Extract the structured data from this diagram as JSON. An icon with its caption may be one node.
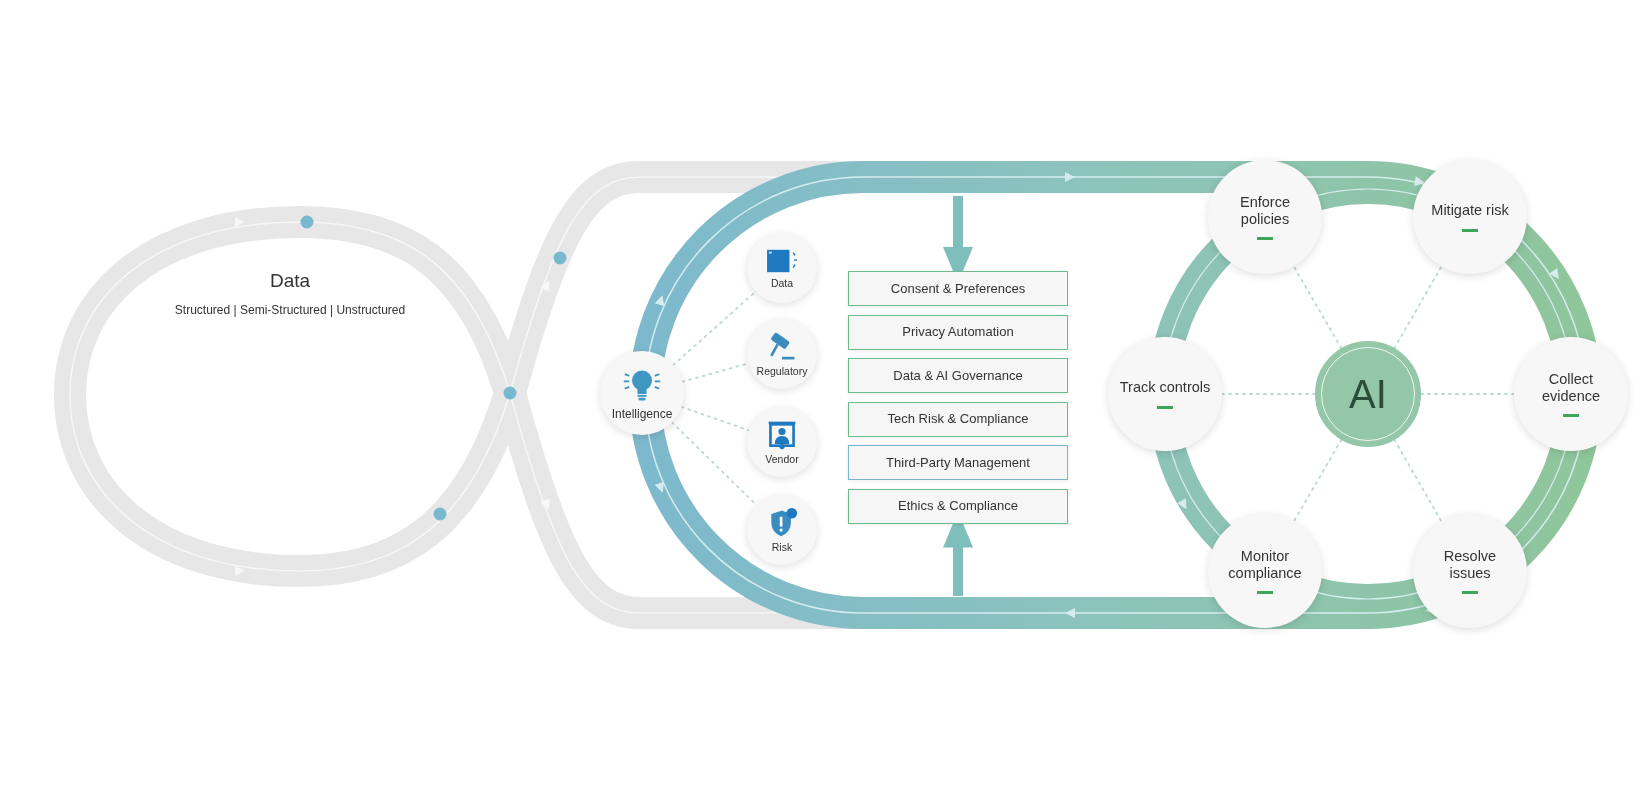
{
  "diagram": {
    "nodes": [
      {
        "text": [
          "Data",
          "Structured | Semi-Structured | Unstructured"
        ]
      },
      {
        "text": [
          "Intelligence"
        ]
      },
      {
        "text": [
          "Data"
        ]
      },
      {
        "text": [
          "Regulatory"
        ]
      },
      {
        "text": [
          "Vendor"
        ]
      },
      {
        "text": [
          "Risk"
        ]
      },
      {
        "text": [
          "Consent & Preferences"
        ]
      },
      {
        "text": [
          "Privacy Automation"
        ]
      },
      {
        "text": [
          "Data & AI Governance"
        ]
      },
      {
        "text": [
          "Tech Risk & Compliance"
        ]
      },
      {
        "text": [
          "Third-Party Management"
        ]
      },
      {
        "text": [
          "Ethics & Compliance"
        ]
      },
      {
        "text": [
          "AI"
        ]
      },
      {
        "text": [
          "Enforce policies"
        ]
      },
      {
        "text": [
          "Mitigate risk"
        ]
      },
      {
        "text": [
          "Collect evidence"
        ]
      },
      {
        "text": [
          "Resolve issues"
        ]
      },
      {
        "text": [
          "Monitor compliance"
        ]
      },
      {
        "text": [
          "Track controls"
        ]
      }
    ],
    "edges": [
      {
        "from": 1,
        "to": 2,
        "arrow": "none",
        "style": "dashed"
      },
      {
        "from": 1,
        "to": 3,
        "arrow": "none",
        "style": "dashed"
      },
      {
        "from": 1,
        "to": 4,
        "arrow": "none",
        "style": "dashed"
      },
      {
        "from": 1,
        "to": 5,
        "arrow": "none",
        "style": "dashed"
      },
      {
        "from": 12,
        "to": 13,
        "arrow": "none",
        "style": "dashed"
      },
      {
        "from": 12,
        "to": 14,
        "arrow": "none",
        "style": "dashed"
      },
      {
        "from": 12,
        "to": 15,
        "arrow": "none",
        "style": "dashed"
      },
      {
        "from": 12,
        "to": 16,
        "arrow": "none",
        "style": "dashed"
      },
      {
        "from": 12,
        "to": 17,
        "arrow": "none",
        "style": "dashed"
      },
      {
        "from": 12,
        "to": 18,
        "arrow": "none",
        "style": "dashed"
      },
      {
        "from": null,
        "to": 6,
        "arrow": "to",
        "style": "thick",
        "color": "#7fbfbb"
      },
      {
        "from": null,
        "to": 11,
        "arrow": "to",
        "style": "thick",
        "color": "#7fbfbb"
      }
    ]
  }
}
